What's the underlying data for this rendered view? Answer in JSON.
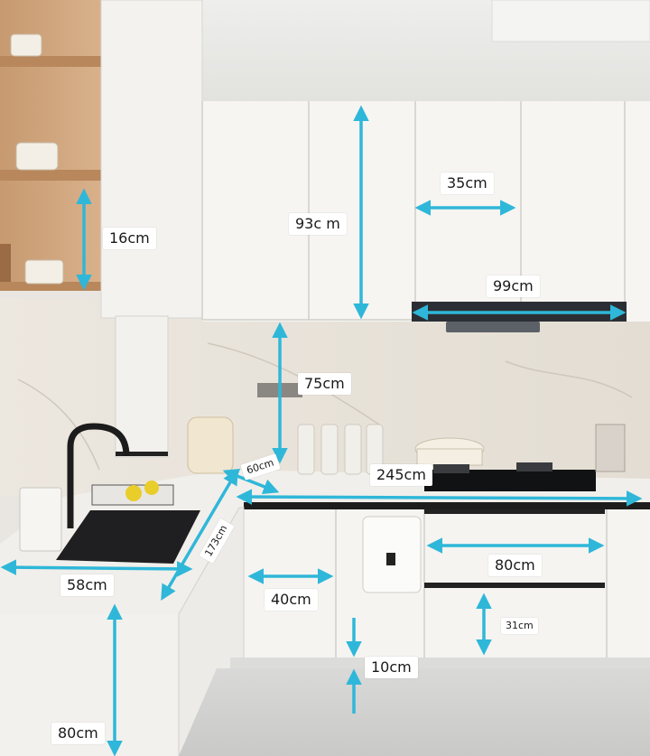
{
  "photo": {
    "subject": "kitchen-with-dimension-annotations",
    "arrow_color": "#2fb7d9",
    "label_background": "#ffffff"
  },
  "labels": {
    "wall_shelf_gap": "16cm",
    "wall_cabinet_height": "93c m",
    "wall_cabinet_depth": "35cm",
    "range_hood_width": "99cm",
    "backsplash_height": "75cm",
    "corner_counter": "60cm",
    "counter_run": "245cm",
    "left_counter_depth": "173cm",
    "sink_counter_width": "58cm",
    "door_width": "40cm",
    "drawer_width": "80cm",
    "drawer_height": "31cm",
    "toe_kick_height": "10cm",
    "counter_height": "80cm"
  }
}
